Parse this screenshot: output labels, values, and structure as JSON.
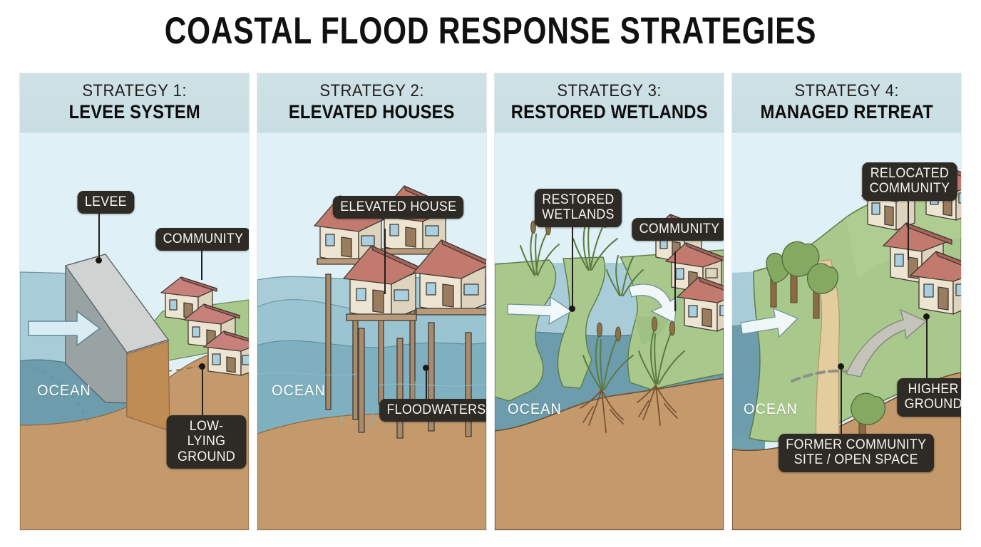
{
  "title": "COASTAL FLOOD RESPONSE STRATEGIES",
  "colors": {
    "page_background": "#ffffff",
    "title_text": "#111111",
    "panel_header_bg": "#cfe2e6",
    "sky": "#dff0f6",
    "ocean_deep": "#6d9dac",
    "ocean_shallow": "#a8cdd8",
    "land_green": "#a9c88c",
    "soil_brown": "#c49a6c",
    "levee_gray": "#b8bcbb",
    "house_wall": "#ede5d2",
    "roof_red": "#c2796e",
    "callout_bg": "#2e2a25",
    "callout_text": "#f7f5f0",
    "path_sand": "#e3cc9e",
    "tree_green": "#7fa362"
  },
  "panels": [
    {
      "index": "STRATEGY 1:",
      "name": "LEVEE SYSTEM",
      "ocean_label": "OCEAN",
      "callouts": [
        {
          "id": "levee",
          "text": "LEVEE"
        },
        {
          "id": "community",
          "text": "COMMUNITY"
        },
        {
          "id": "low-lying-ground",
          "text": "LOW-LYING\nGROUND"
        }
      ],
      "elements": [
        "ocean",
        "levee-wedge",
        "grass-land",
        "houses",
        "low-ground-soil",
        "wave-arrow",
        "dashed-sea-level-line"
      ]
    },
    {
      "index": "STRATEGY 2:",
      "name": "ELEVATED HOUSES",
      "ocean_label": "OCEAN",
      "callouts": [
        {
          "id": "elevated-house",
          "text": "ELEVATED HOUSE"
        },
        {
          "id": "floodwaters",
          "text": "FLOODWATERS"
        }
      ],
      "elements": [
        "floodwater",
        "stilt-houses",
        "pilings",
        "submerged-ground",
        "water-ripples"
      ]
    },
    {
      "index": "STRATEGY 3:",
      "name": "RESTORED WETLANDS",
      "ocean_label": "OCEAN",
      "callouts": [
        {
          "id": "restored-wetlands",
          "text": "RESTORED\nWETLANDS"
        },
        {
          "id": "community",
          "text": "COMMUNITY"
        }
      ],
      "elements": [
        "ocean",
        "marsh-channels",
        "cattail-grass-clumps",
        "exposed-roots",
        "houses",
        "wave-arrows",
        "soil-substrate"
      ]
    },
    {
      "index": "STRATEGY 4:",
      "name": "MANAGED RETREAT",
      "ocean_label": "OCEAN",
      "callouts": [
        {
          "id": "relocated-community",
          "text": "RELOCATED\nCOMMUNITY"
        },
        {
          "id": "higher-ground",
          "text": "HIGHER\nGROUND"
        },
        {
          "id": "former-community-site",
          "text": "FORMER COMMUNITY\nSITE / OPEN SPACE"
        }
      ],
      "elements": [
        "ocean",
        "hillside",
        "trees",
        "sand-path",
        "relocation-arrow",
        "dashed-retreat-arrow",
        "wave-arrow",
        "uphill-houses",
        "soil-substrate"
      ]
    }
  ]
}
